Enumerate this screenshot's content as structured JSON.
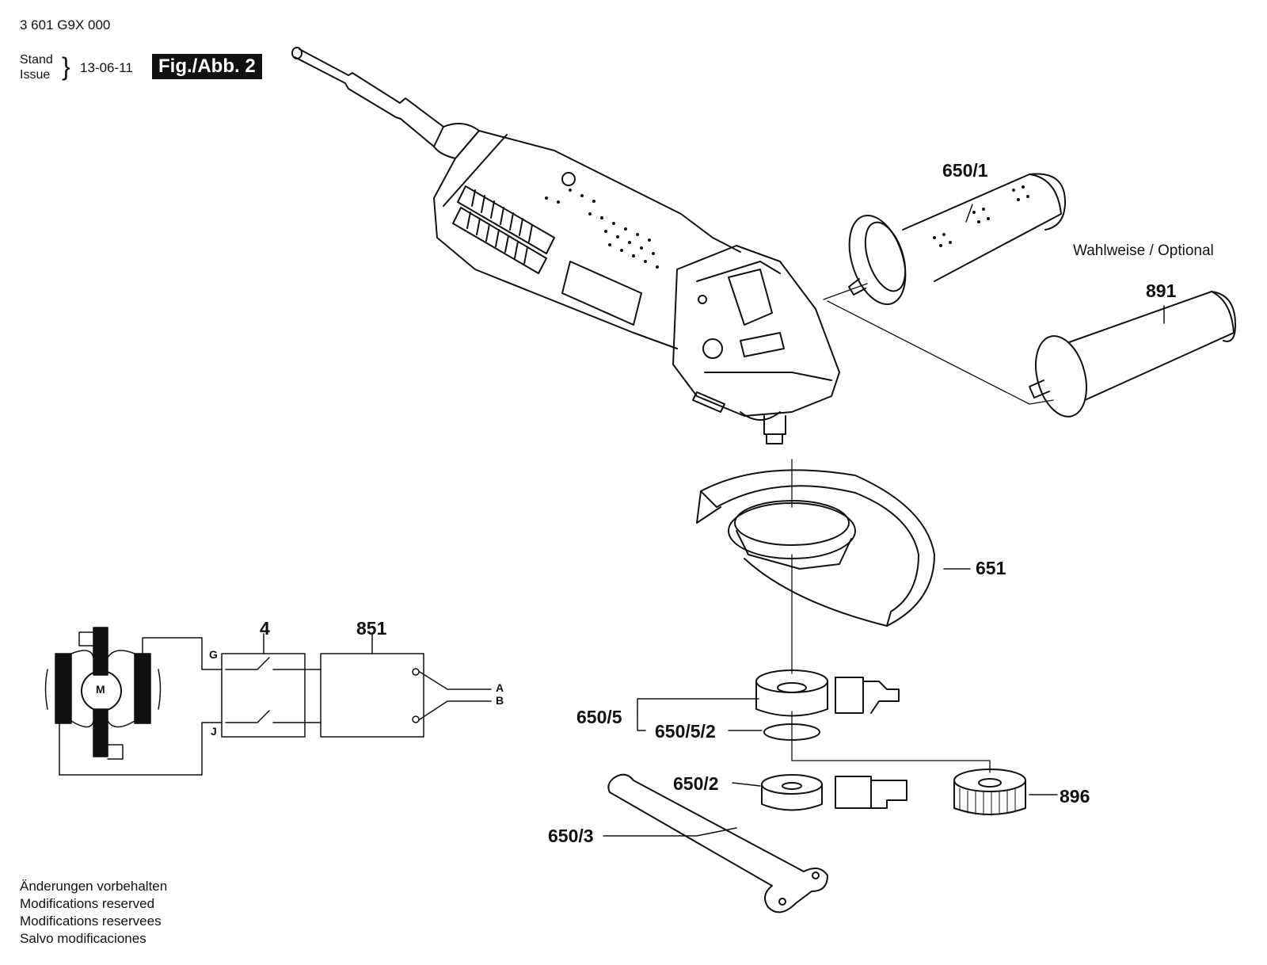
{
  "header": {
    "part_number": "3 601 G9X 000",
    "stand": "Stand",
    "issue": "Issue",
    "brace": "}",
    "date": "13-06-11",
    "figure": "Fig./Abb. 2"
  },
  "labels": {
    "handle_650_1": "650/1",
    "optional": "Wahlweise / Optional",
    "handle_891": "891",
    "guard_651": "651",
    "wiring_4": "4",
    "wiring_851": "851",
    "motor": "M",
    "term_g": "G",
    "term_j": "J",
    "term_a": "A",
    "term_b": "B",
    "flange_650_5": "650/5",
    "oring_650_5_2": "650/5/2",
    "nut_650_2": "650/2",
    "quicknut_896": "896",
    "spanner_650_3": "650/3"
  },
  "footer": {
    "lines": [
      "Änderungen vorbehalten",
      "Modifications reserved",
      "Modifications reservees",
      "Salvo modificaciones"
    ]
  }
}
